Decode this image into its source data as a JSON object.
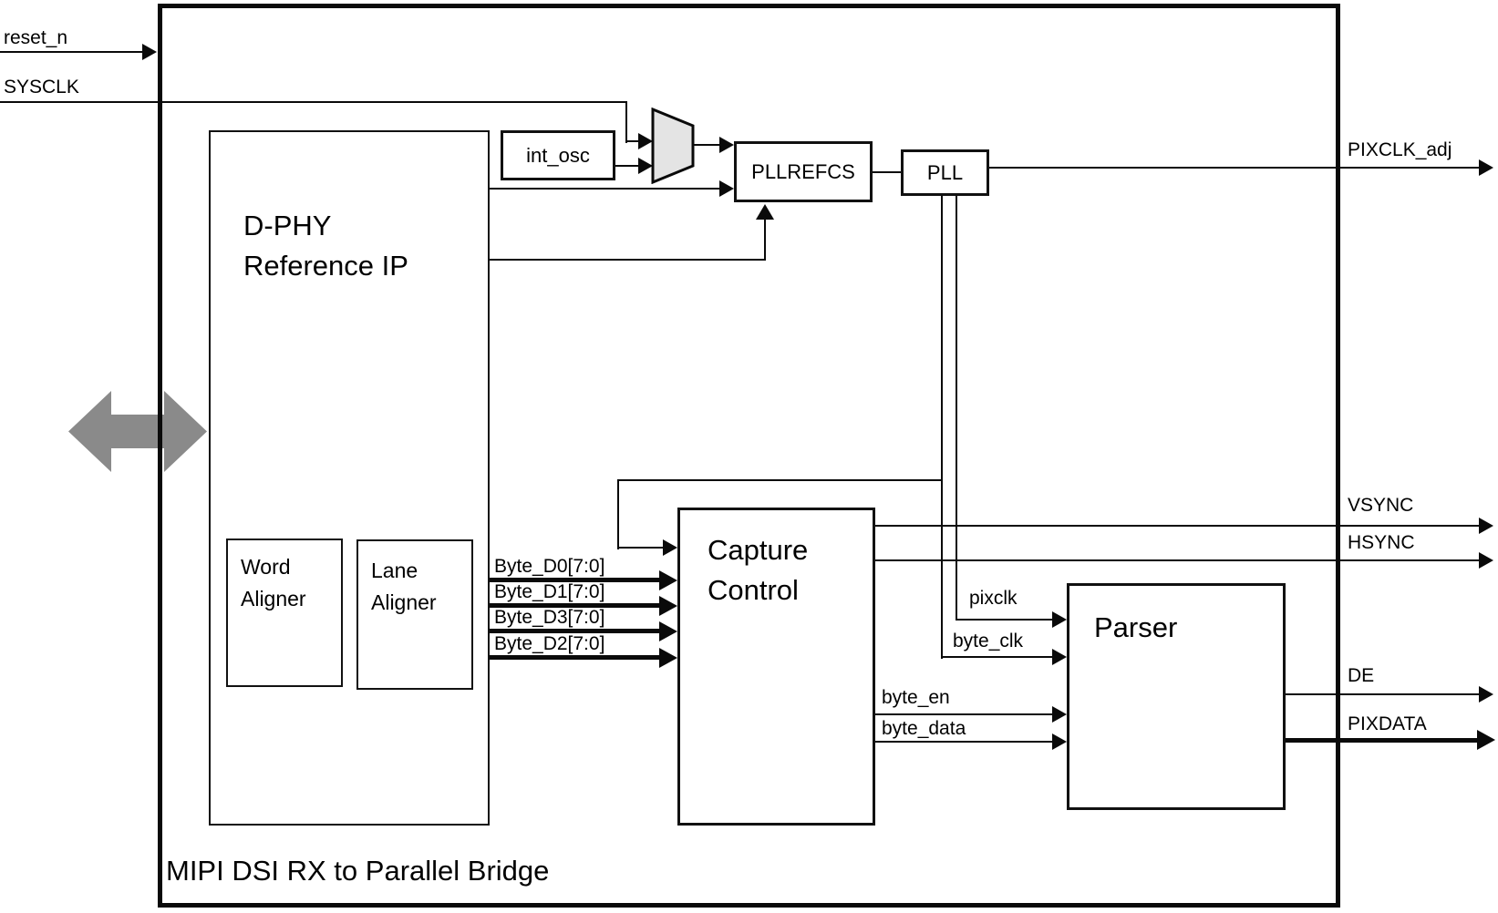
{
  "title": "MIPI DSI RX to Parallel Bridge",
  "blocks": {
    "dphy": {
      "line1": "D-PHY",
      "line2": "Reference IP"
    },
    "word_aligner": {
      "line1": "Word",
      "line2": "Aligner"
    },
    "lane_aligner": {
      "line1": "Lane",
      "line2": "Aligner"
    },
    "int_osc": {
      "label": "int_osc"
    },
    "pllrefcs": {
      "label": "PLLREFCS"
    },
    "pll": {
      "label": "PLL"
    },
    "capture_control": {
      "line1": "Capture",
      "line2": "Control"
    },
    "parser": {
      "label": "Parser"
    }
  },
  "inputs": {
    "reset_n": "reset_n",
    "sysclk": "SYSCLK"
  },
  "outputs": {
    "pixclk_adj": "PIXCLK_adj",
    "vsync": "VSYNC",
    "hsync": "HSYNC",
    "de": "DE",
    "pixdata": "PIXDATA"
  },
  "buses": {
    "byte_d0": "Byte_D0[7:0]",
    "byte_d1": "Byte_D1[7:0]",
    "byte_d3": "Byte_D3[7:0]",
    "byte_d2": "Byte_D2[7:0]"
  },
  "clocks": {
    "pixclk": "pixclk",
    "byte_clk": "byte_clk"
  },
  "capture_outputs": {
    "byte_en": "byte_en",
    "byte_data": "byte_data"
  },
  "colors": {
    "line": "#0a0a0a",
    "mux_fill": "#e4e4e4",
    "bidir_arrow": "#8a8a8a",
    "background": "#ffffff"
  }
}
